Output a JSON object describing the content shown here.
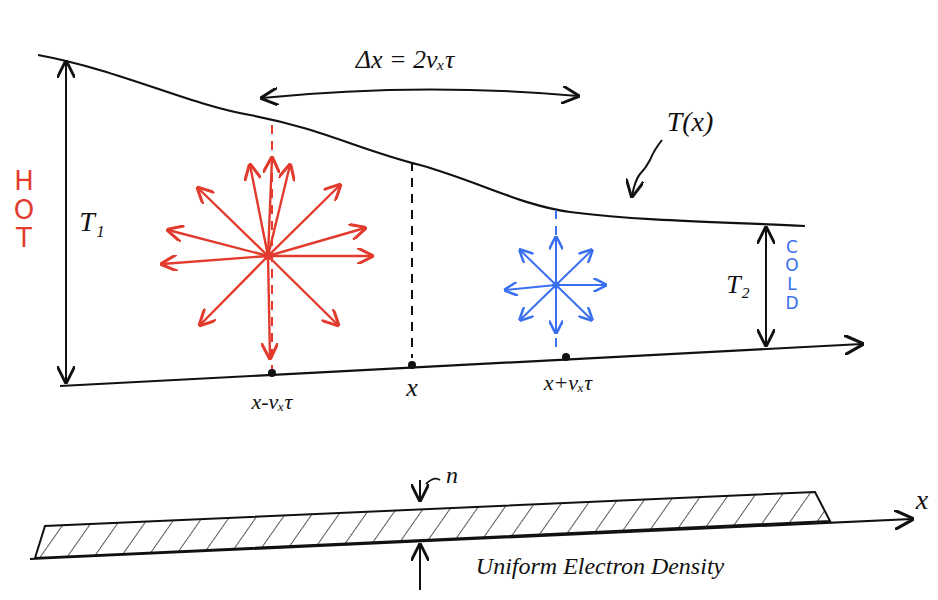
{
  "diagram": {
    "labels": [
      "Δx = 2vₓτ",
      "HOT",
      "T₁",
      "T(x)",
      "T₂",
      "COLD",
      "x-vₓτ",
      "x",
      "x+vₓτ",
      "n",
      "Uniform Electron Density",
      "x"
    ]
  }
}
